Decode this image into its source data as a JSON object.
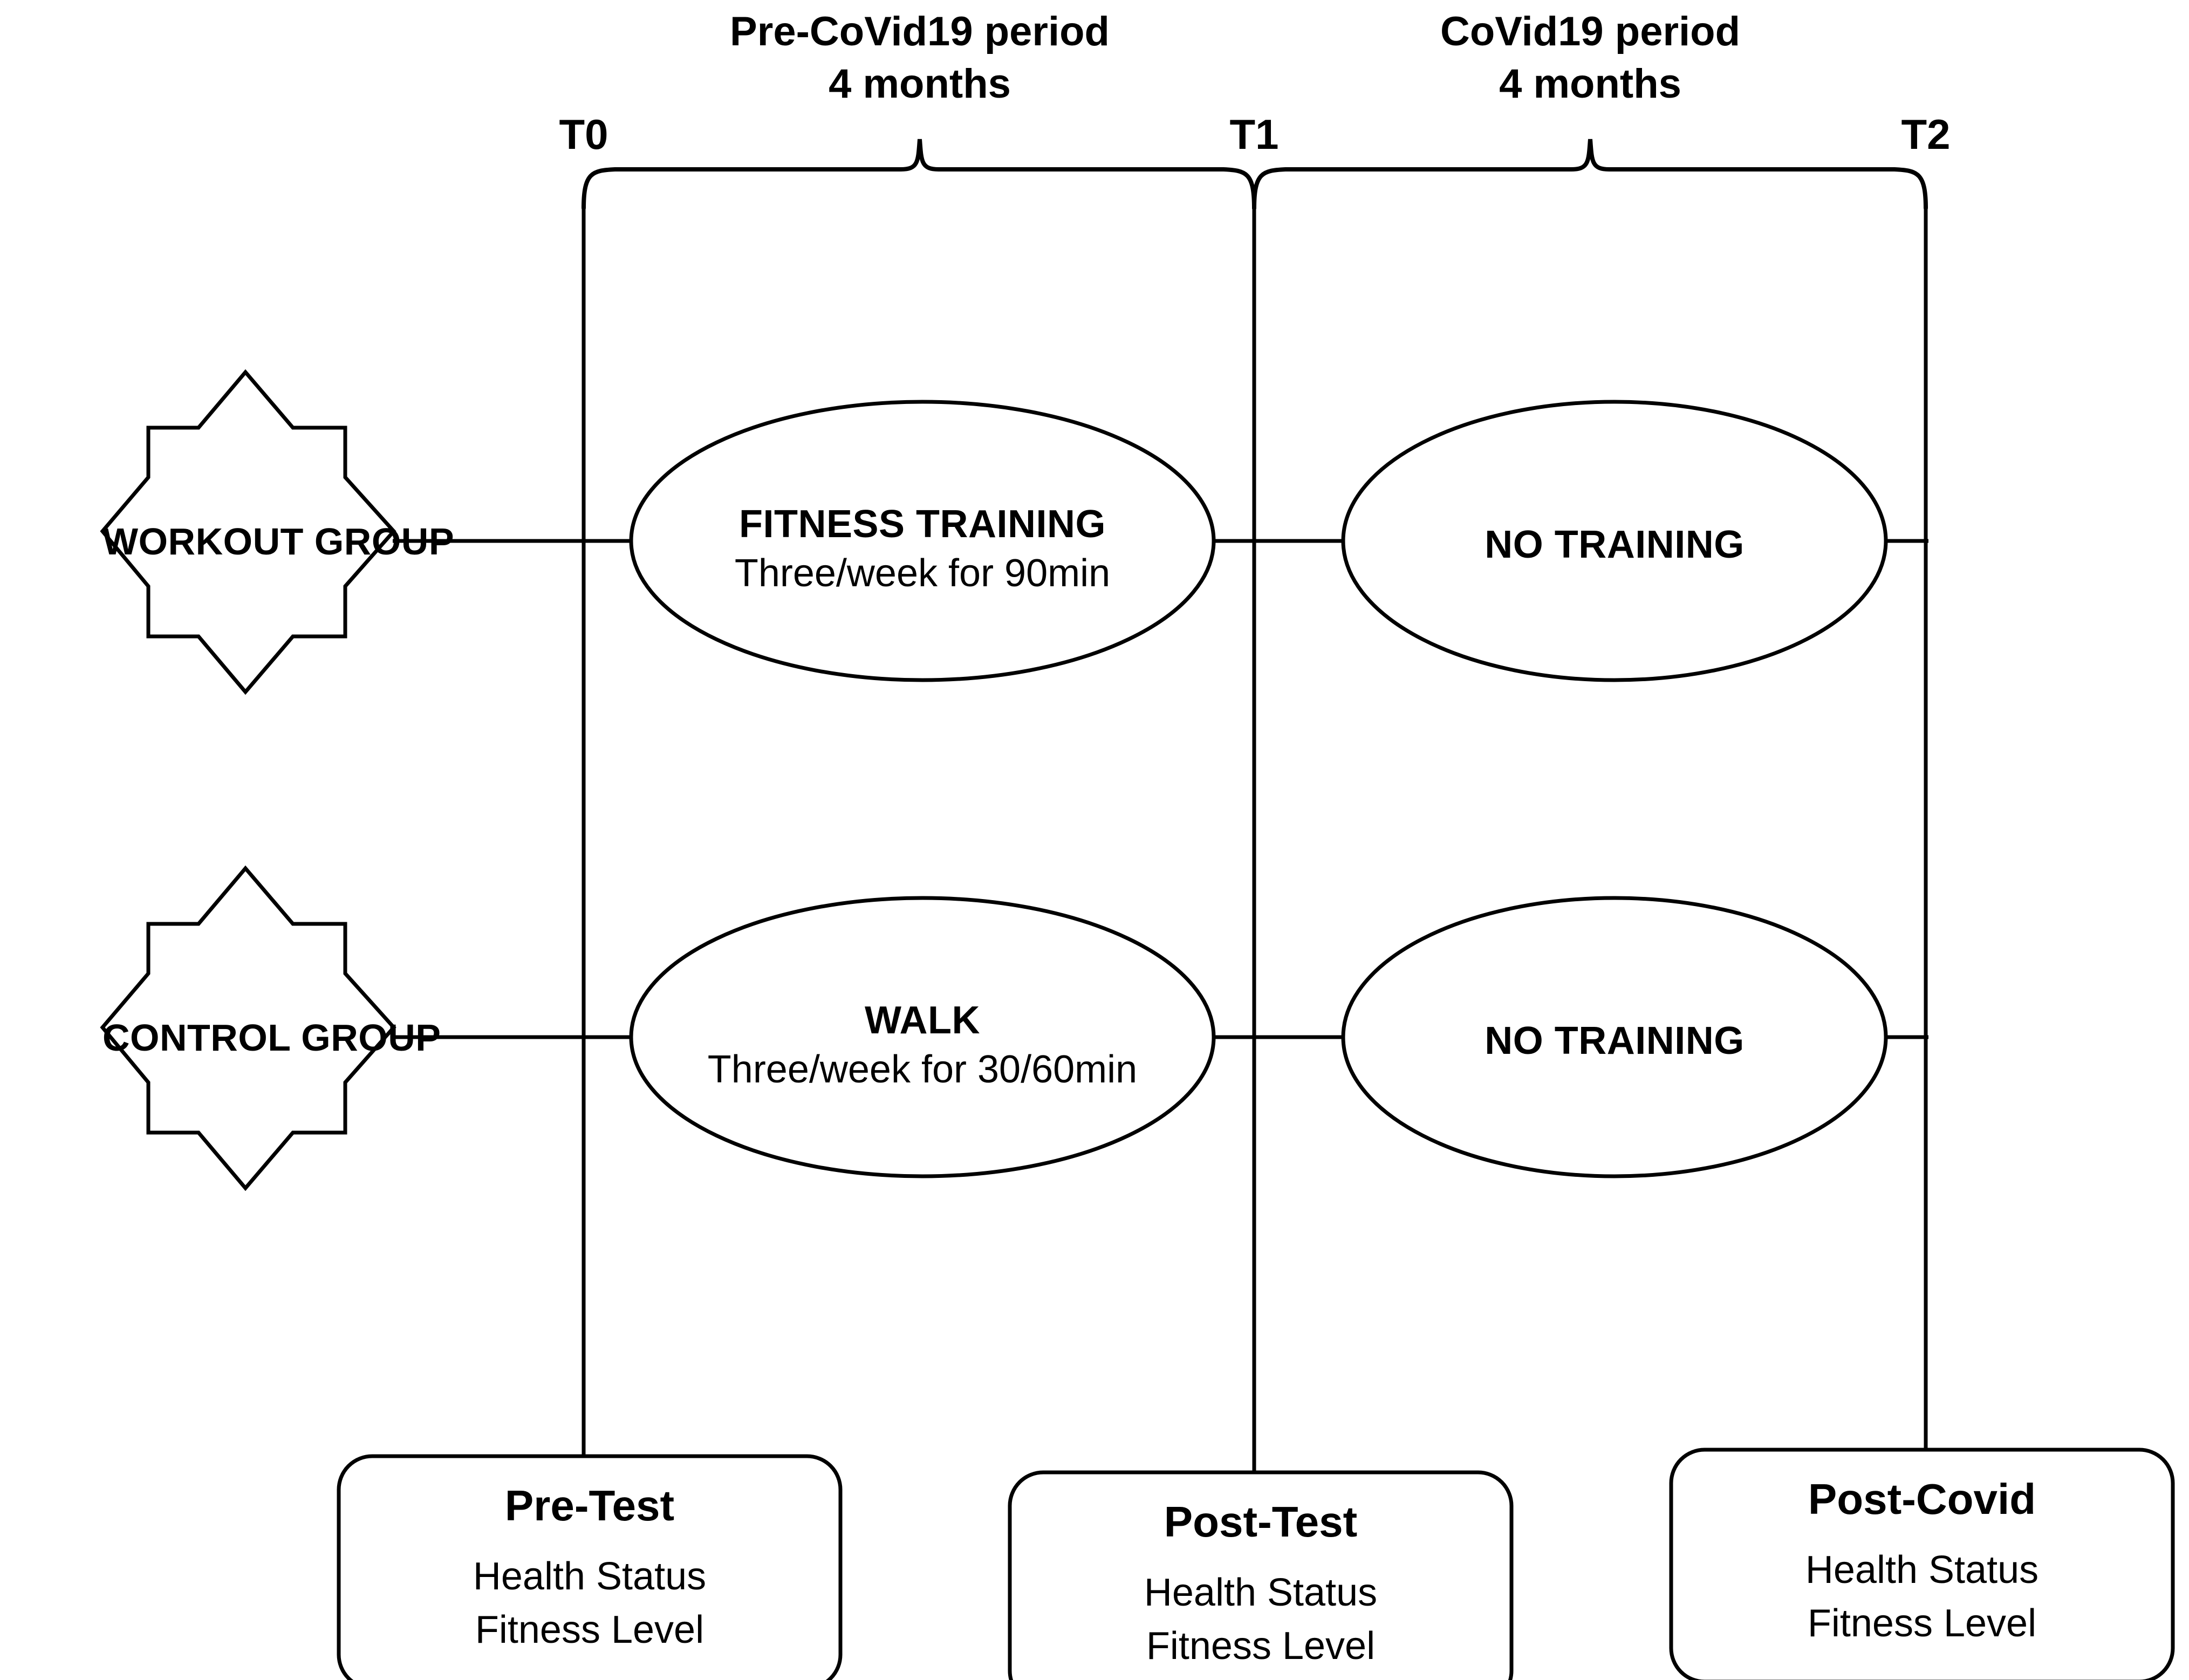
{
  "diagram": {
    "title": "Study design timeline: workout group vs control group across pre-CoVid19 and CoVid19 periods",
    "colors": {
      "background": "#ffffff",
      "stroke": "#000000",
      "text": "#000000"
    }
  },
  "periods": [
    {
      "id": "pre-covid",
      "name": "Pre-CoVid19 period",
      "duration": "4 months",
      "from": "T0",
      "to": "T1"
    },
    {
      "id": "covid",
      "name": "CoVid19 period",
      "duration": "4 months",
      "from": "T1",
      "to": "T2"
    }
  ],
  "timepoints": [
    {
      "id": "t0",
      "label": "T0"
    },
    {
      "id": "t1",
      "label": "T1"
    },
    {
      "id": "t2",
      "label": "T2"
    }
  ],
  "groups": [
    {
      "id": "workout-group",
      "label": "WORKOUT GROUP",
      "shape": "8-point-star"
    },
    {
      "id": "control-group",
      "label": "CONTROL GROUP",
      "shape": "8-point-star"
    }
  ],
  "activities": [
    {
      "id": "workout-pre",
      "group": "workout-group",
      "period": "pre-covid",
      "title": "FITNESS TRAINING",
      "detail": "Three/week for 90min"
    },
    {
      "id": "workout-covid",
      "group": "workout-group",
      "period": "covid",
      "title": "NO TRAINING",
      "detail": ""
    },
    {
      "id": "control-pre",
      "group": "control-group",
      "period": "pre-covid",
      "title": "WALK",
      "detail": "Three/week for 30/60min"
    },
    {
      "id": "control-covid",
      "group": "control-group",
      "period": "covid",
      "title": "NO TRAINING",
      "detail": ""
    }
  ],
  "assessments": [
    {
      "id": "pre-test",
      "timepoint": "T0",
      "title": "Pre-Test",
      "measures": [
        "Health Status",
        "Fitness Level"
      ]
    },
    {
      "id": "post-test",
      "timepoint": "T1",
      "title": "Post-Test",
      "measures": [
        "Health Status",
        "Fitness Level"
      ]
    },
    {
      "id": "post-covid",
      "timepoint": "T2",
      "title": "Post-Covid",
      "measures": [
        "Health Status",
        "Fitness Level"
      ]
    }
  ]
}
